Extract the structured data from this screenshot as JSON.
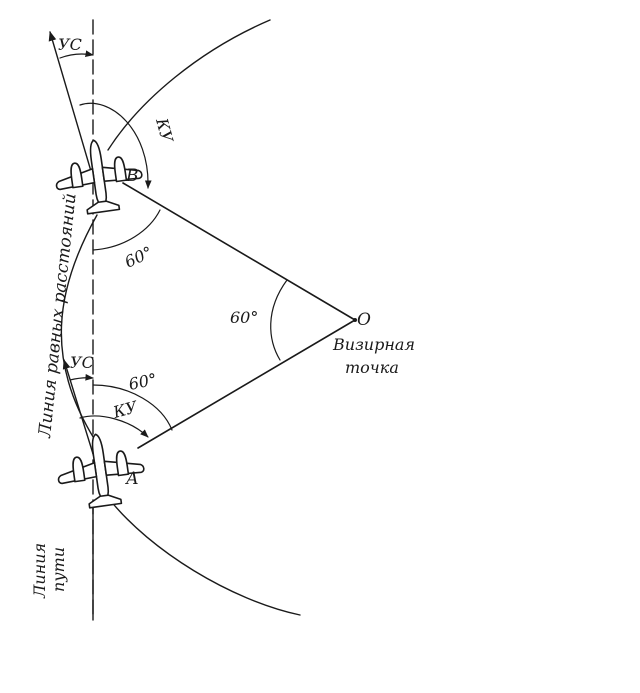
{
  "labels": {
    "heading_top": "УС",
    "heading_lower": "УС",
    "bearing_top": "КУ",
    "bearing_lower": "КУ",
    "point_b": "В",
    "point_a": "А",
    "point_o": "О",
    "angle_b": "60°",
    "angle_o": "60°",
    "angle_a": "60°",
    "sighting_point_line1": "Визирная",
    "sighting_point_line2": "точка",
    "equal_distance_line": "Линия равных расстояний",
    "track_line_1": "Линия",
    "track_line_2": "пути"
  },
  "colors": {
    "ink": "#1a1a1a",
    "background": "#ffffff"
  }
}
